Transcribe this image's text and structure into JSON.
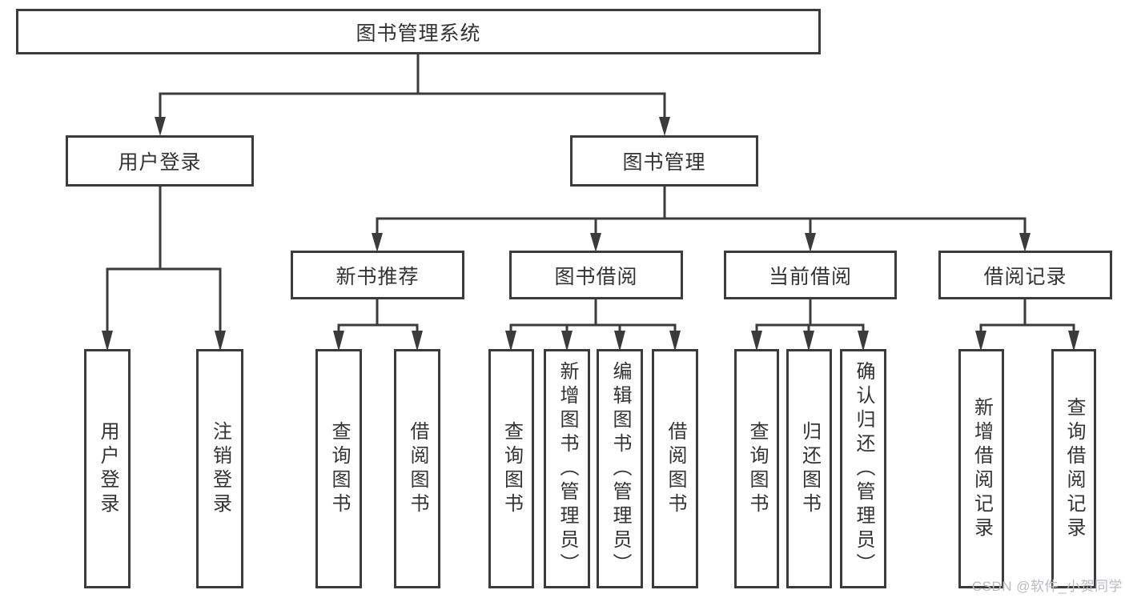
{
  "diagram_title": "图书管理系统",
  "tree": {
    "label": "图书管理系统",
    "children": [
      {
        "label": "用户登录",
        "children": [
          {
            "label": "用户登录"
          },
          {
            "label": "注销登录"
          }
        ]
      },
      {
        "label": "图书管理",
        "children": [
          {
            "label": "新书推荐",
            "children": [
              {
                "label": "查询图书"
              },
              {
                "label": "借阅图书"
              }
            ]
          },
          {
            "label": "图书借阅",
            "children": [
              {
                "label": "查询图书"
              },
              {
                "label": "新增图书（管理员）"
              },
              {
                "label": "编辑图书（管理员）"
              },
              {
                "label": "借阅图书"
              }
            ]
          },
          {
            "label": "当前借阅",
            "children": [
              {
                "label": "查询图书"
              },
              {
                "label": "归还图书"
              },
              {
                "label": "确认归还（管理员）"
              }
            ]
          },
          {
            "label": "借阅记录",
            "children": [
              {
                "label": "新增借阅记录"
              },
              {
                "label": "查询借阅记录"
              }
            ]
          }
        ]
      }
    ]
  },
  "watermark": "CSDN @软件_小贺同学",
  "colors": {
    "line": "#3b3b3b",
    "text": "#333333",
    "box_background": "#ffffff",
    "watermark": "#b7bbc2"
  }
}
